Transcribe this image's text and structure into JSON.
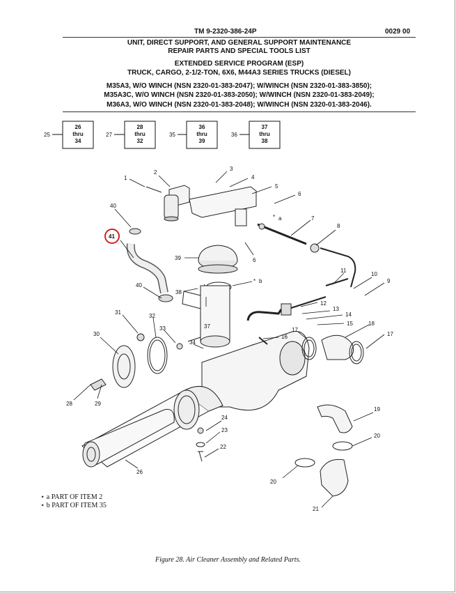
{
  "header": {
    "tm_number": "TM 9-2320-386-24P",
    "wp_number": "0029 00"
  },
  "title": {
    "line1": "UNIT, DIRECT SUPPORT, AND GENERAL SUPPORT MAINTENANCE",
    "line2": "REPAIR PARTS AND SPECIAL TOOLS LIST",
    "line3": "EXTENDED SERVICE PROGRAM (ESP)",
    "line4": "TRUCK, CARGO, 2-1/2-TON, 6X6, M44A3 SERIES TRUCKS (DIESEL)",
    "line5": "M35A3, W/O WINCH (NSN 2320-01-383-2047); W/WINCH (NSN 2320-01-383-3850);",
    "line6": "M35A3C, W/O WINCH (NSN 2320-01-383-2050); W/WINCH (NSN 2320-01-383-2049);",
    "line7": "M36A3, W/O WINCH (NSN 2320-01-383-2048); W/WINCH (NSN 2320-01-383-2046)."
  },
  "references": [
    {
      "item": "25",
      "top": "26",
      "mid": "thru",
      "bot": "34"
    },
    {
      "item": "27",
      "top": "28",
      "mid": "thru",
      "bot": "32"
    },
    {
      "item": "35",
      "top": "36",
      "mid": "thru",
      "bot": "39"
    },
    {
      "item": "36",
      "top": "37",
      "mid": "thru",
      "bot": "38"
    }
  ],
  "callouts": [
    "1",
    "2",
    "3",
    "4",
    "5",
    "6",
    "7",
    "8",
    "6",
    "40",
    "41",
    "39",
    "11",
    "10",
    "9",
    "38",
    "40",
    "12",
    "13",
    "14",
    "15",
    "18",
    "31",
    "32",
    "33",
    "17",
    "30",
    "16",
    "17",
    "34",
    "19",
    "28",
    "29",
    "24",
    "23",
    "20",
    "22",
    "26",
    "20",
    "21",
    "37",
    "a",
    "b"
  ],
  "notes": {
    "a": "a PART OF ITEM 2",
    "b": "b PART OF ITEM 35"
  },
  "highlighted_item": "41",
  "caption": "Figure 28. Air Cleaner Assembly and Related Parts."
}
